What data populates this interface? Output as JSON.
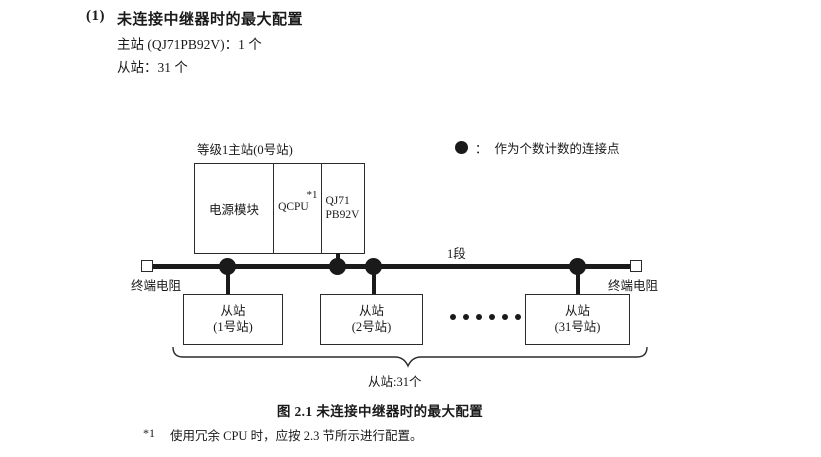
{
  "heading": {
    "number": "(1)",
    "title": "未连接中继器时的最大配置",
    "spec_master": "主站 (QJ71PB92V)：1 个",
    "spec_slave": "从站：31 个"
  },
  "legend": {
    "symbol": "dot-filled-icon",
    "separator": "：",
    "text": "作为个数计数的连接点"
  },
  "diagram": {
    "rack_label": "等级1主站(0号站)",
    "rack": {
      "power_module": "电源模块",
      "cpu": "QCPU",
      "cpu_footnote_mark": "*1",
      "network_module_line1": "QJ71",
      "network_module_line2": "PB92V"
    },
    "segment_label": "1段",
    "terminator_left_label": "终端电阻",
    "terminator_right_label": "终端电阻",
    "slaves": [
      {
        "line1": "从站",
        "line2": "(1号站)"
      },
      {
        "line1": "从站",
        "line2": "(2号站)"
      },
      {
        "line1": "从站",
        "line2": "(31号站)"
      }
    ],
    "ellipsis_count": 6,
    "brace_label": "从站:31个"
  },
  "caption": "图 2.1  未连接中继器时的最大配置",
  "footnote": {
    "mark": "*1",
    "text": "使用冗余 CPU 时，应按 2.3 节所示进行配置。"
  },
  "colors": {
    "ink": "#1a1a1a",
    "line": "#2b2b2b",
    "background": "#ffffff"
  }
}
